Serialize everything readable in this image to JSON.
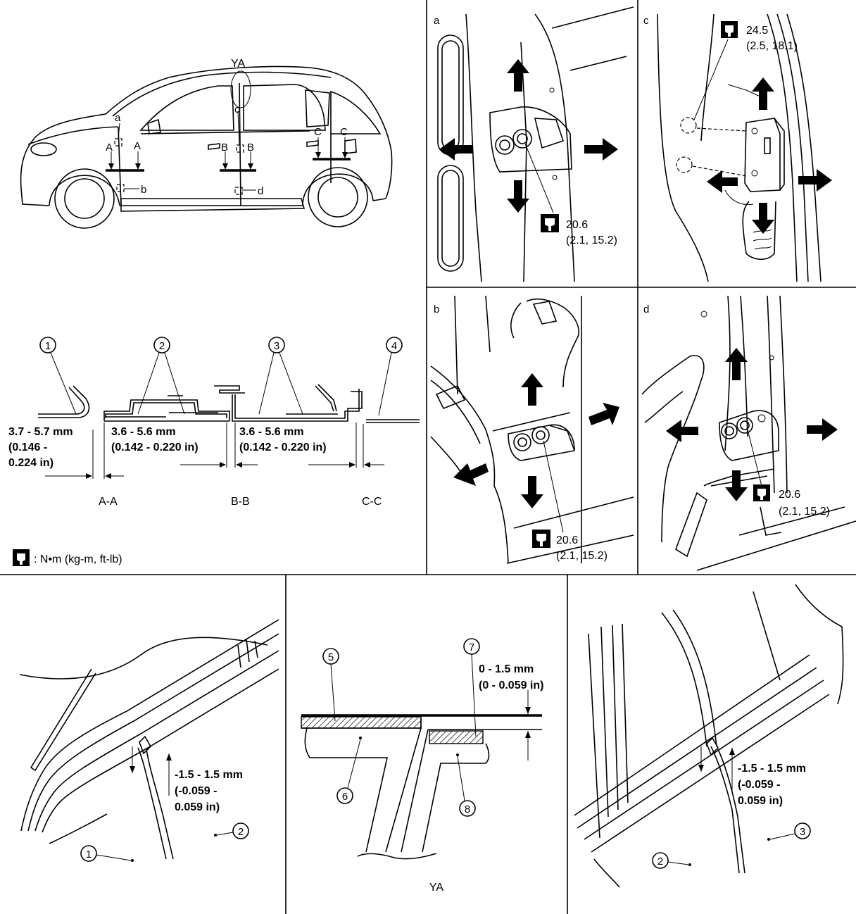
{
  "panels": {
    "a": "a",
    "b": "b",
    "c": "c",
    "d": "d"
  },
  "car_view": {
    "view_label": "YA",
    "labels": {
      "a": "a",
      "b": "b",
      "c": "c",
      "d": "d",
      "A1": "A",
      "A2": "A",
      "B1": "B",
      "B2": "B",
      "C1": "C",
      "C2": "C"
    }
  },
  "sections": {
    "callouts": [
      "1",
      "2",
      "3",
      "4"
    ],
    "aa": {
      "mm": "3.7 - 5.7 mm",
      "in_line1": "(0.146 -",
      "in_line2": "0.224 in)",
      "label": "A-A"
    },
    "bb": {
      "mm": "3.6 - 5.6 mm",
      "in": "(0.142 - 0.220 in)",
      "label": "B-B"
    },
    "cc": {
      "mm": "3.6 - 5.6 mm",
      "in": "(0.142 - 0.220 in)",
      "label": "C-C"
    }
  },
  "legend": {
    "units": ": N•m (kg-m, ft-lb)",
    "icon": "torque-wrench-icon"
  },
  "torques": {
    "a": {
      "value": "20.6",
      "detail": "(2.1, 15.2)"
    },
    "b": {
      "value": "20.6",
      "detail": "(2.1, 15.2)"
    },
    "c": {
      "value": "24.5",
      "detail": "(2.5, 18.1)"
    },
    "d": {
      "value": "20.6",
      "detail": "(2.1, 15.2)"
    }
  },
  "bottom_left": {
    "mm": "-1.5 - 1.5 mm",
    "in_line1": "(-0.059 -",
    "in_line2": "0.059 in)",
    "callouts": [
      "1",
      "2"
    ]
  },
  "bottom_middle": {
    "mm": "0 - 1.5 mm",
    "in": "(0 - 0.059 in)",
    "callouts": [
      "5",
      "6",
      "7",
      "8"
    ],
    "label": "YA"
  },
  "bottom_right": {
    "mm": "-1.5 - 1.5 mm",
    "in_line1": "(-0.059 -",
    "in_line2": "0.059 in)",
    "callouts": [
      "2",
      "3"
    ]
  }
}
